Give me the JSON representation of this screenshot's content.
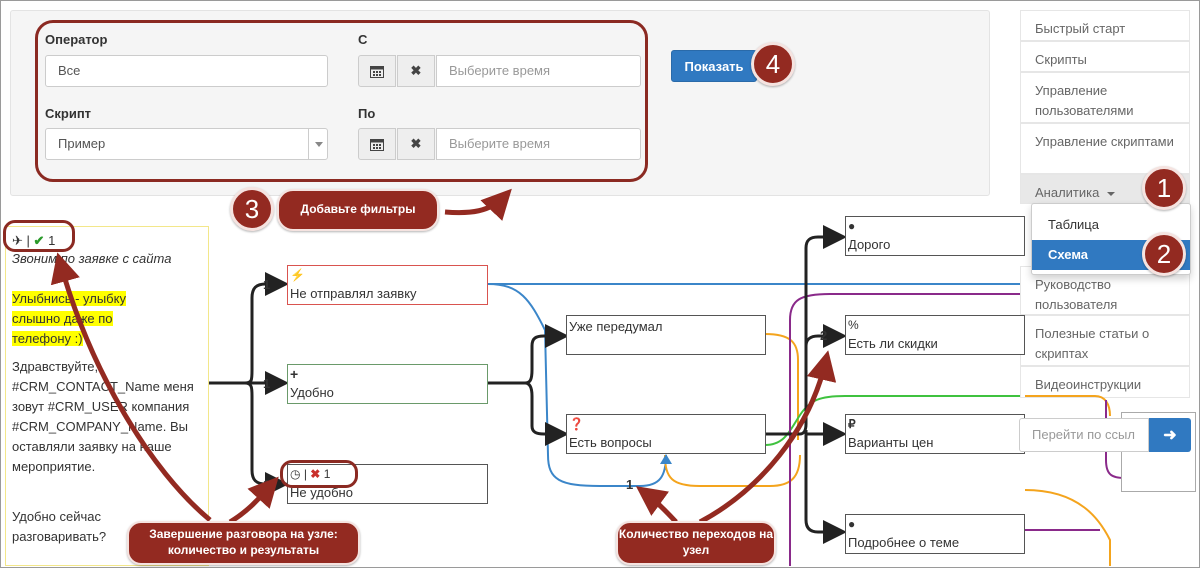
{
  "filters": {
    "operator_label": "Оператор",
    "operator_value": "Все",
    "script_label": "Скрипт",
    "script_value": "Пример",
    "from_label": "С",
    "from_placeholder": "Выберите время",
    "to_label": "По",
    "to_placeholder": "Выберите время",
    "show_button": "Показать"
  },
  "nav": {
    "items": [
      {
        "label": "Быстрый старт"
      },
      {
        "label": "Скрипты"
      },
      {
        "label": "Управление пользователями"
      },
      {
        "label": "Управление скриптами"
      },
      {
        "label": "Аналитика"
      },
      {
        "label": "Руководство пользователя"
      },
      {
        "label": "Полезные статьи о скриптах"
      },
      {
        "label": "Видеоинструкции"
      }
    ],
    "dropdown": [
      {
        "label": "Таблица"
      },
      {
        "label": "Схема"
      }
    ]
  },
  "goto": {
    "placeholder": "Перейти по ссыл",
    "button_icon": "arrow-right-icon"
  },
  "script_card": {
    "stats_success_count": "1",
    "italic_text": "Звоним по заявке с сайта",
    "highlight_text": "Улыбнись - улыбку слышно даже по телефону :)",
    "body_text": "Здравствуйте, #CRM_CONTACT_Name меня зовут #CRM_USER компания #CRM_COMPANY_Name. Вы оставляли заявку на наше мероприятие.",
    "question_text": "Удобно сейчас разговаривать?"
  },
  "nodes": {
    "n1": {
      "title": "Не отправлял заявку",
      "icon": "lightning-icon"
    },
    "n2": {
      "title": "Удобно",
      "icon": "plus-icon"
    },
    "n3": {
      "title": "Не удобно",
      "icon": "clock-icon",
      "stats_fail_count": "1"
    },
    "n4": {
      "title": "Уже передумал"
    },
    "n5": {
      "title": "Есть вопросы",
      "icon": "question-icon"
    },
    "n6": {
      "title": "Дорого",
      "icon": "dollar-circle-icon"
    },
    "n7": {
      "title": "Есть ли скидки",
      "icon": "discount-icon"
    },
    "n8": {
      "title": "Варианты цен",
      "icon": "ruble-icon"
    },
    "n9": {
      "title": "Подробнее о теме",
      "icon": "dollar-circle-icon"
    }
  },
  "edge_counts": {
    "e1": "1",
    "e2": "1",
    "e3": "1",
    "e_back": "1",
    "e_discount": "2"
  },
  "annotations": {
    "badge1": "1",
    "badge2": "2",
    "badge3": "3",
    "badge4": "4",
    "add_filters": "Добавьте фильтры",
    "node_finish": "Завершение разговора на узле: количество и результаты",
    "transitions": "Количество переходов на узел"
  },
  "colors": {
    "primary": "#3079c1",
    "callout": "#932a21",
    "highlight": "#ffff00"
  }
}
